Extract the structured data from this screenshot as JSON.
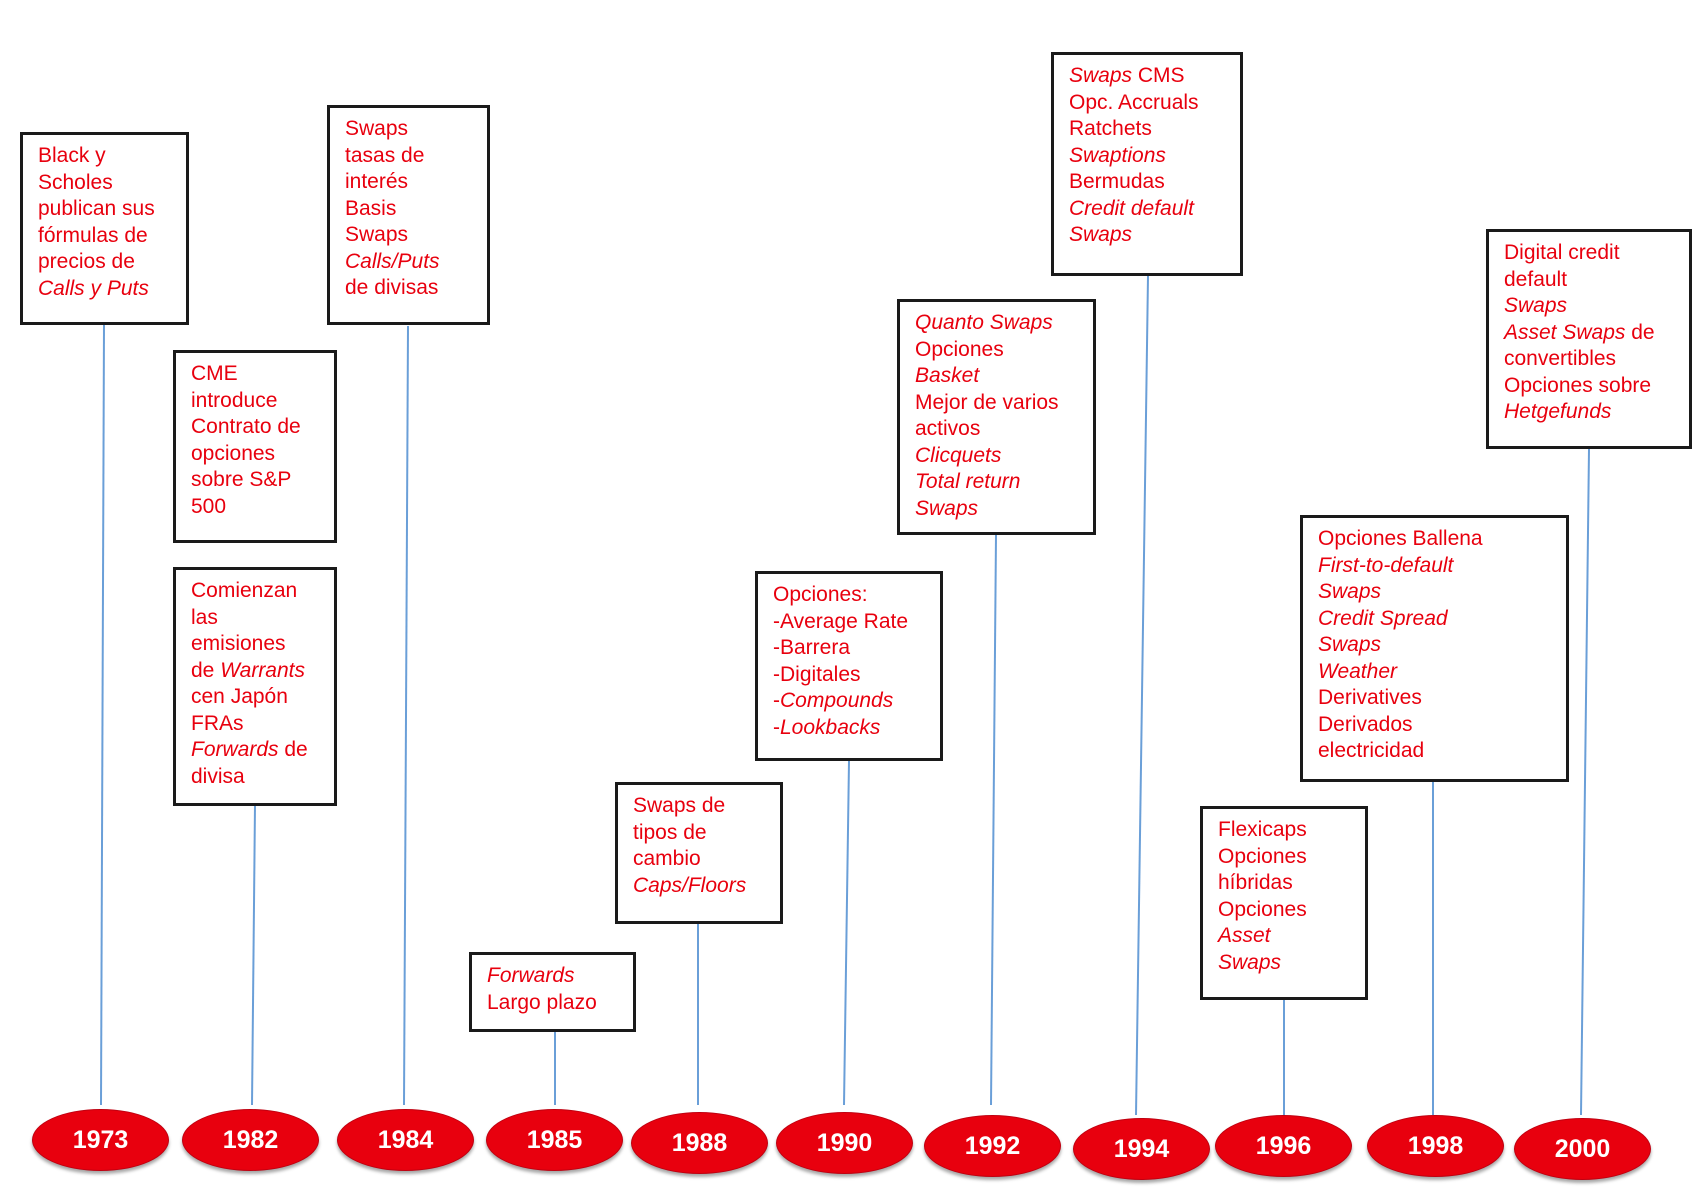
{
  "colors": {
    "accent": "#e8000e",
    "connector": "#6a9fd8",
    "border": "#1a1a1a",
    "year_text": "#ffffff"
  },
  "events": [
    {
      "year": "1973",
      "lines": [
        [
          {
            "t": "Black y"
          }
        ],
        [
          {
            "t": "Scholes"
          }
        ],
        [
          {
            "t": "publican sus"
          }
        ],
        [
          {
            "t": "fórmulas de"
          }
        ],
        [
          {
            "t": "precios de"
          }
        ],
        [
          {
            "t": "Calls y Puts",
            "i": true
          }
        ]
      ]
    },
    {
      "year": "1982",
      "lines": [
        [
          {
            "t": "CME"
          }
        ],
        [
          {
            "t": "introduce"
          }
        ],
        [
          {
            "t": "Contrato de"
          }
        ],
        [
          {
            "t": "opciones"
          }
        ],
        [
          {
            "t": "sobre S&P"
          }
        ],
        [
          {
            "t": "500"
          }
        ]
      ]
    },
    {
      "year": "1982",
      "lines": [
        [
          {
            "t": "Comienzan"
          }
        ],
        [
          {
            "t": "las"
          }
        ],
        [
          {
            "t": "emisiones"
          }
        ],
        [
          {
            "t": "de "
          },
          {
            "t": "Warrants",
            "i": true
          }
        ],
        [
          {
            "t": "cen Japón"
          }
        ],
        [
          {
            "t": "FRAs"
          }
        ],
        [
          {
            "t": "Forwards",
            "i": true
          },
          {
            "t": " de"
          }
        ],
        [
          {
            "t": "divisa"
          }
        ]
      ]
    },
    {
      "year": "1984",
      "lines": [
        [
          {
            "t": "Swaps"
          }
        ],
        [
          {
            "t": "tasas de"
          }
        ],
        [
          {
            "t": "interés"
          }
        ],
        [
          {
            "t": "Basis"
          }
        ],
        [
          {
            "t": "Swaps"
          }
        ],
        [
          {
            "t": "Calls/Puts",
            "i": true
          }
        ],
        [
          {
            "t": "de divisas"
          }
        ]
      ]
    },
    {
      "year": "1985",
      "lines": [
        [
          {
            "t": "Forwards",
            "i": true
          }
        ],
        [
          {
            "t": "Largo plazo"
          }
        ]
      ]
    },
    {
      "year": "1988",
      "lines": [
        [
          {
            "t": "Swaps de"
          }
        ],
        [
          {
            "t": "tipos de"
          }
        ],
        [
          {
            "t": "cambio"
          }
        ],
        [
          {
            "t": "Caps/Floors",
            "i": true
          }
        ]
      ]
    },
    {
      "year": "1990",
      "lines": [
        [
          {
            "t": "Opciones:"
          }
        ],
        [
          {
            "t": "-Average Rate"
          }
        ],
        [
          {
            "t": "-Barrera"
          }
        ],
        [
          {
            "t": "-Digitales"
          }
        ],
        [
          {
            "t": "-"
          },
          {
            "t": "Compounds",
            "i": true
          }
        ],
        [
          {
            "t": "-"
          },
          {
            "t": "Lookbacks",
            "i": true
          }
        ]
      ]
    },
    {
      "year": "1992",
      "lines": [
        [
          {
            "t": "Quanto Swaps",
            "i": true
          }
        ],
        [
          {
            "t": "Opciones"
          }
        ],
        [
          {
            "t": "Basket",
            "i": true
          }
        ],
        [
          {
            "t": "Mejor de varios"
          }
        ],
        [
          {
            "t": "activos"
          }
        ],
        [
          {
            "t": "Clicquets",
            "i": true
          }
        ],
        [
          {
            "t": "Total return",
            "i": true
          }
        ],
        [
          {
            "t": "Swaps",
            "i": true
          }
        ]
      ]
    },
    {
      "year": "1994",
      "lines": [
        [
          {
            "t": "Swaps",
            "i": true
          },
          {
            "t": " CMS"
          }
        ],
        [
          {
            "t": "Opc. Accruals"
          }
        ],
        [
          {
            "t": "Ratchets"
          }
        ],
        [
          {
            "t": "Swaptions",
            "i": true
          }
        ],
        [
          {
            "t": "Bermudas"
          }
        ],
        [
          {
            "t": "Credit default",
            "i": true
          }
        ],
        [
          {
            "t": "Swaps",
            "i": true
          }
        ]
      ]
    },
    {
      "year": "1996",
      "lines": [
        [
          {
            "t": "Flexicaps"
          }
        ],
        [
          {
            "t": "Opciones"
          }
        ],
        [
          {
            "t": "híbridas"
          }
        ],
        [
          {
            "t": "Opciones"
          }
        ],
        [
          {
            "t": "Asset",
            "i": true
          }
        ],
        [
          {
            "t": "Swaps",
            "i": true
          }
        ]
      ]
    },
    {
      "year": "1998",
      "lines": [
        [
          {
            "t": "Opciones Ballena"
          }
        ],
        [
          {
            "t": "First-to-default",
            "i": true
          }
        ],
        [
          {
            "t": "Swaps",
            "i": true
          }
        ],
        [
          {
            "t": "Credit Spread",
            "i": true
          }
        ],
        [
          {
            "t": "Swaps",
            "i": true
          }
        ],
        [
          {
            "t": "Weather",
            "i": true
          }
        ],
        [
          {
            "t": "Derivatives"
          }
        ],
        [
          {
            "t": "Derivados"
          }
        ],
        [
          {
            "t": "electricidad"
          }
        ]
      ]
    },
    {
      "year": "2000",
      "lines": [
        [
          {
            "t": "Digital credit"
          }
        ],
        [
          {
            "t": "default"
          }
        ],
        [
          {
            "t": "Swaps",
            "i": true
          }
        ],
        [
          {
            "t": "Asset Swaps",
            "i": true
          },
          {
            "t": " de"
          }
        ],
        [
          {
            "t": "convertibles"
          }
        ],
        [
          {
            "t": "Opciones sobre"
          }
        ],
        [
          {
            "t": "Hetgefunds",
            "i": true
          }
        ]
      ]
    }
  ],
  "years": [
    "1973",
    "1982",
    "1984",
    "1985",
    "1988",
    "1990",
    "1992",
    "1994",
    "1996",
    "1998",
    "2000"
  ]
}
